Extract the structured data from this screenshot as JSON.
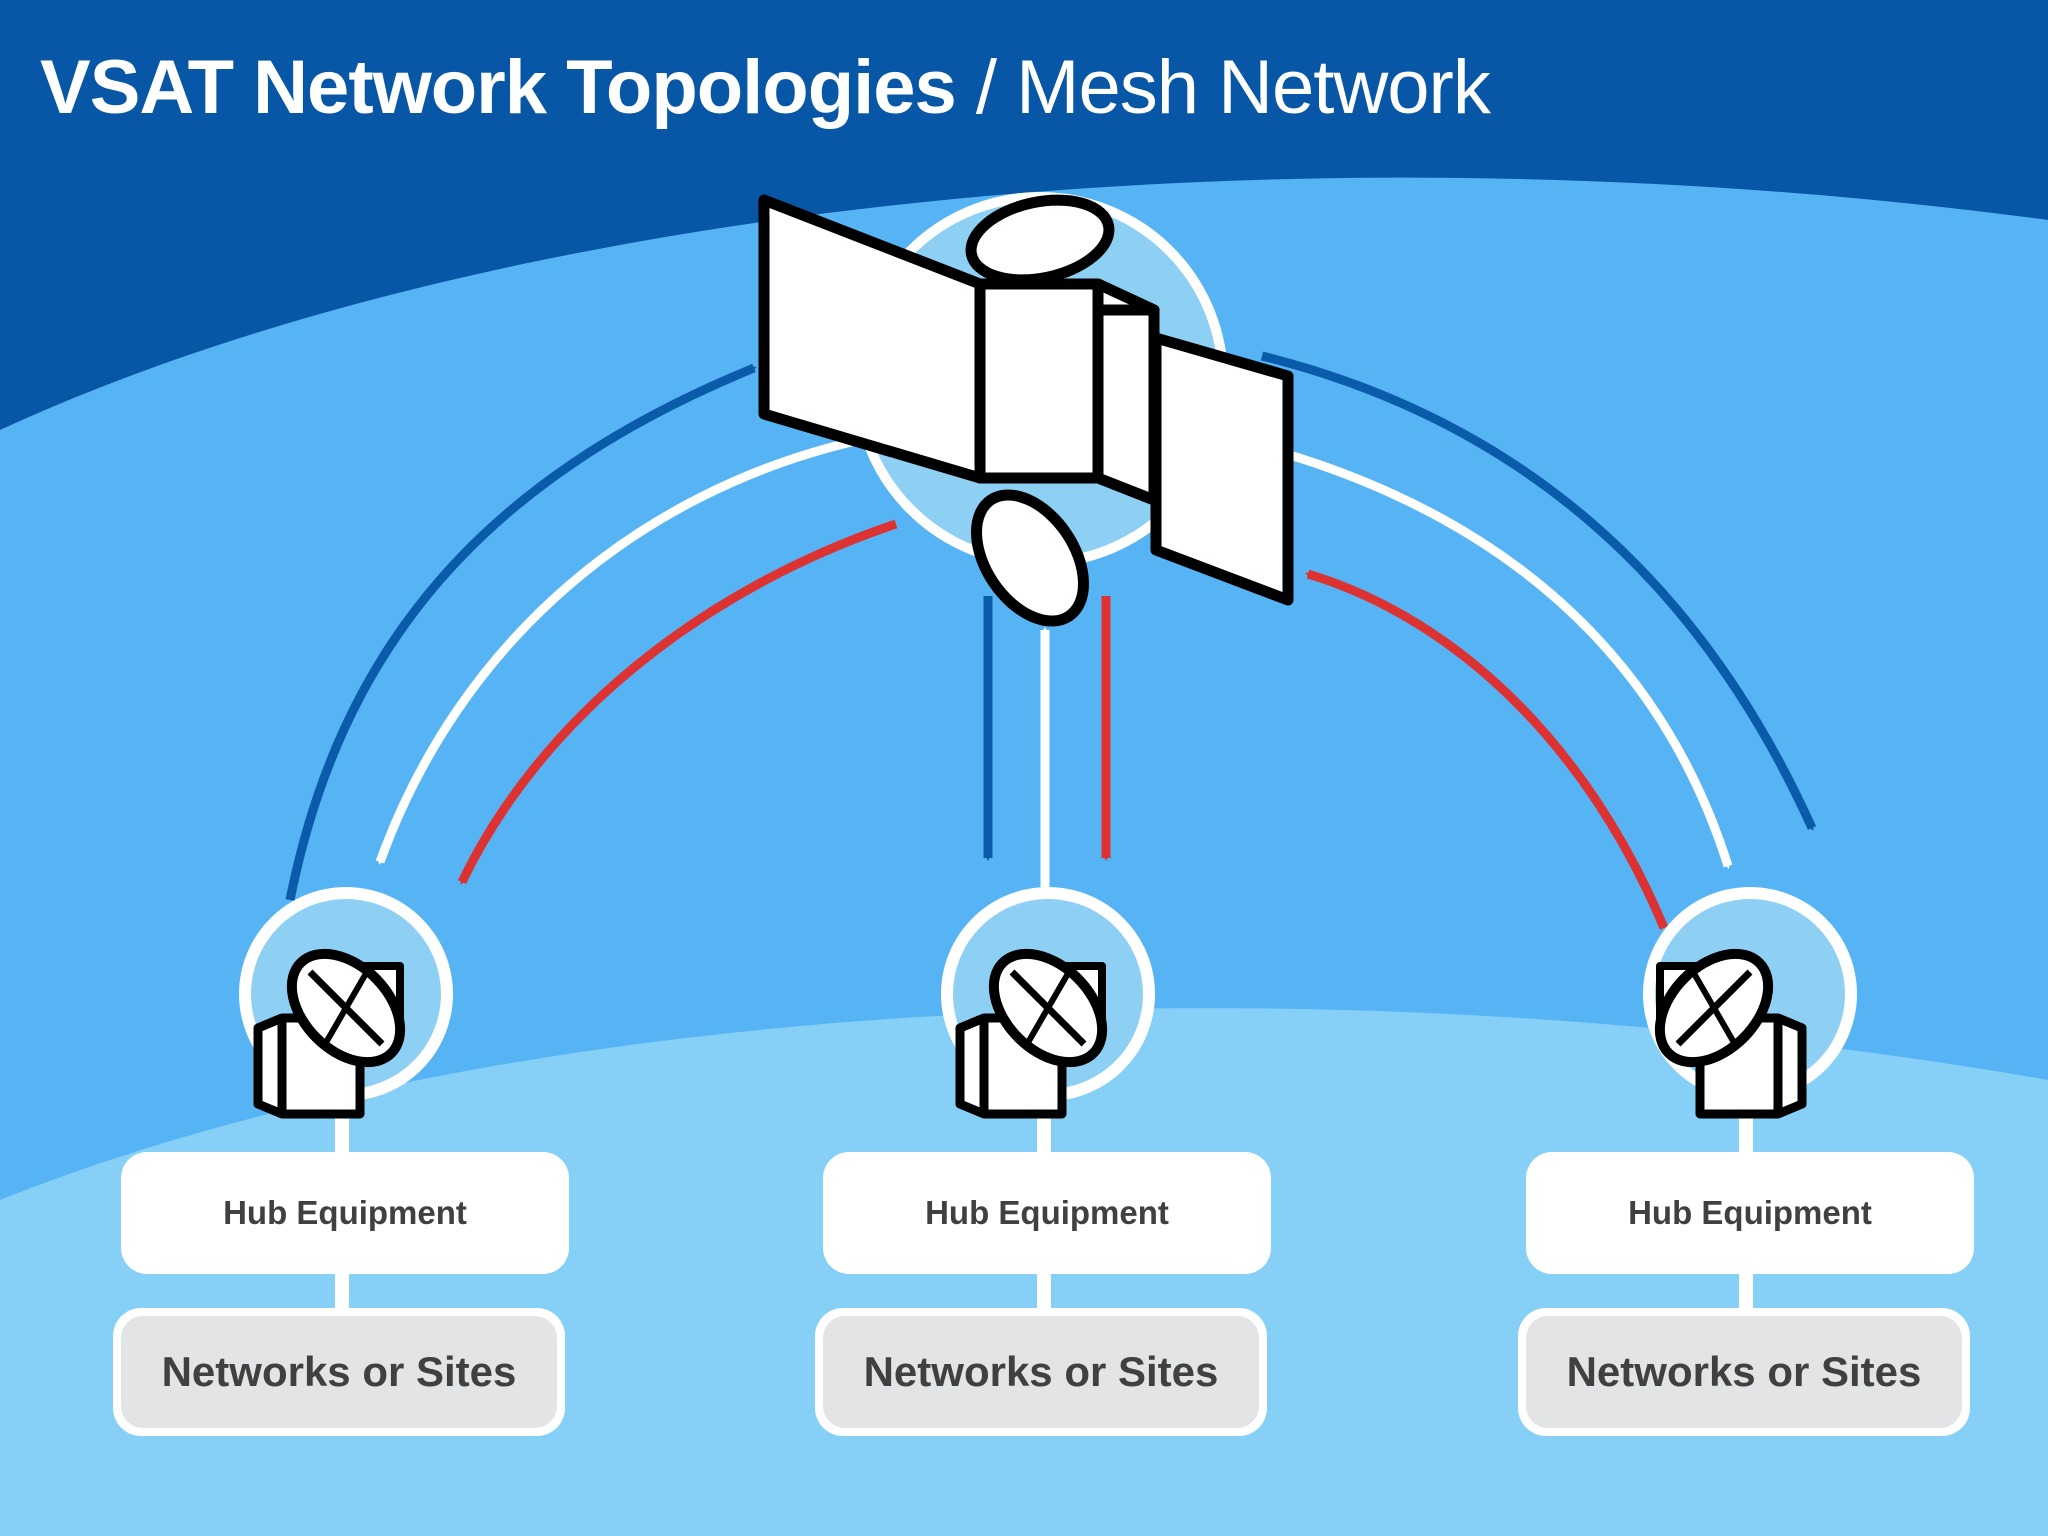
{
  "title": {
    "main": "VSAT Network Topologies",
    "separator": "/",
    "subtitle": "Mesh Network"
  },
  "sites": [
    {
      "hub_label": "Hub Equipment",
      "networks_label": "Networks or Sites"
    },
    {
      "hub_label": "Hub Equipment",
      "networks_label": "Networks or Sites"
    },
    {
      "hub_label": "Hub Equipment",
      "networks_label": "Networks or Sites"
    }
  ],
  "colors": {
    "sky_dark": "#0857a6",
    "sky_mid": "#56b4f5",
    "ground_light": "#86cff6",
    "node_fill": "#8dd0f4",
    "arrow_blue": "#0a5ba9",
    "arrow_white": "#ffffff",
    "arrow_red": "#dd3232",
    "text_dark": "#404040",
    "sites_fill": "#e3e4e6"
  },
  "icons": [
    "satellite-icon",
    "satellite-dish-icon"
  ]
}
